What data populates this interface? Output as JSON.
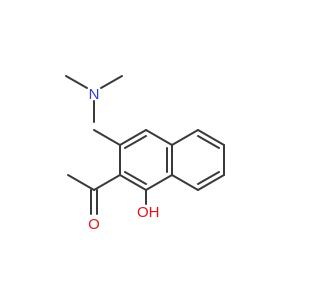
{
  "molecule": {
    "labels": {
      "nitrogen": "N",
      "oxygen_carbonyl": "O",
      "hydroxyl": "OH"
    },
    "colors": {
      "bond": "#3a3a3a",
      "nitrogen": "#2f3fd6",
      "oxygen": "#e0141a",
      "background": "#ffffff"
    }
  }
}
